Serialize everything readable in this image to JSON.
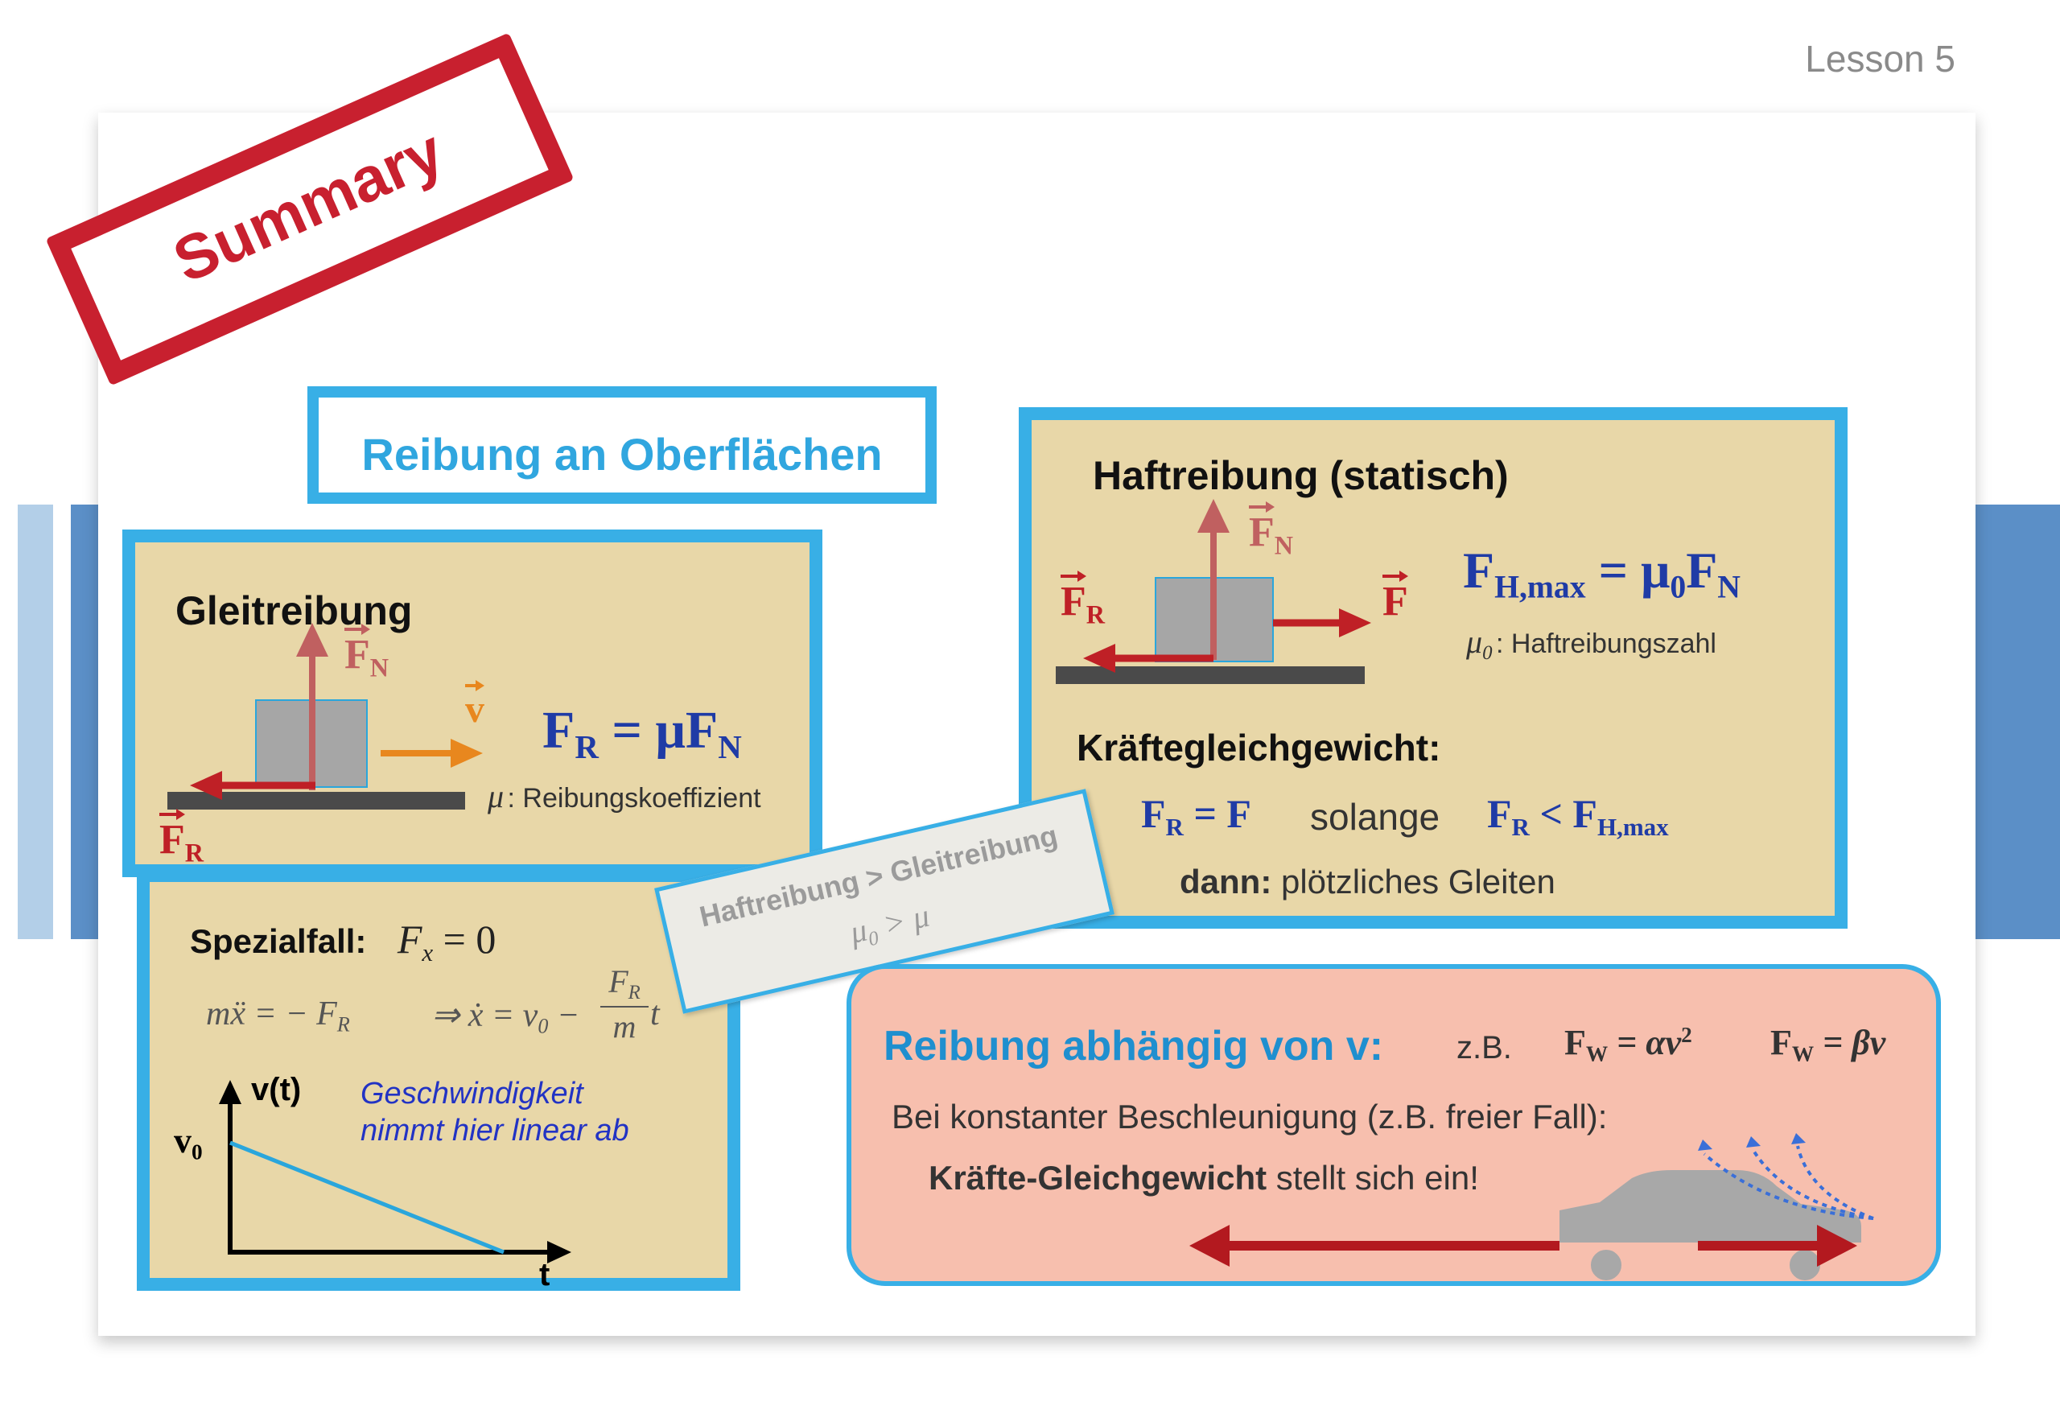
{
  "header": {
    "lesson_label": "Lesson 5"
  },
  "stamp": {
    "text": "Summary"
  },
  "title_box": {
    "text": "Reibung an Oberflächen"
  },
  "gleit": {
    "heading": "Gleitreibung",
    "label_FN": "F",
    "label_FN_sub": "N",
    "label_v": "v",
    "label_FR": "F",
    "label_FR_sub": "R",
    "formula_lhs": "F",
    "formula_lhs_sub": "R",
    "formula_rhs": "= μF",
    "formula_rhs_sub": "N",
    "mu_symbol": "μ",
    "mu_desc": ": Reibungskoeffizient"
  },
  "spezial": {
    "label": "Spezialfall:",
    "condition": "F",
    "condition_sub": "x",
    "condition_rhs": "= 0",
    "eq_left": "mẍ = − F",
    "eq_left_sub": "R",
    "eq_right": "⇒ ẋ = v",
    "eq_right_sub": "0",
    "eq_minus": "−",
    "frac_num": "F",
    "frac_num_sub": "R",
    "frac_den": "m",
    "eq_t": "t",
    "graph_y_label": "v(t)",
    "graph_x_label": "t",
    "graph_v0": "v",
    "graph_v0_sub": "0",
    "note_line1": "Geschwindigkeit",
    "note_line2": "nimmt hier linear ab"
  },
  "note_card": {
    "line1": "Haftreibung > Gleitreibung",
    "line2": "μ",
    "line2_sub": "0",
    "line2_rest": " > μ"
  },
  "haft": {
    "heading": "Haftreibung (statisch)",
    "label_FN": "F",
    "label_FN_sub": "N",
    "label_FR": "F",
    "label_FR_sub": "R",
    "label_F": "F",
    "formula_lhs": "F",
    "formula_lhs_sub": "H,max",
    "formula_rhs": "= μ",
    "formula_rhs_sub0": "0",
    "formula_rhs2": "F",
    "formula_rhs_sub": "N",
    "mu0_symbol": "μ",
    "mu0_sub": "0",
    "mu0_desc": ": Haftreibungszahl",
    "balance_heading": "Kräftegleichgewicht:",
    "eq1_lhs": "F",
    "eq1_lhs_sub": "R",
    "eq1_rhs": "= F",
    "eq1_word": "solange",
    "eq2_lhs": "F",
    "eq2_lhs_sub": "R",
    "eq2_rel": "< F",
    "eq2_rhs_sub": "H,max",
    "then_bold": "dann:",
    "then_text": " plötzliches Gleiten"
  },
  "velocity": {
    "heading": "Reibung abhängig von v:",
    "eg": "z.B.",
    "f1": "F",
    "f1_sub": "W",
    "f1_rhs": "= αv",
    "f1_sup": "2",
    "f2": "F",
    "f2_sub": "W",
    "f2_rhs": "= βv",
    "line1": "Bei konstanter Beschleunigung (z.B. freier Fall):",
    "line2_bold": "Kräfte-Gleichgewicht",
    "line2_text": " stellt sich ein!"
  },
  "colors": {
    "accent_blue": "#38afe6",
    "panel_fill": "#e8d7a8",
    "formula_blue": "#1f3ba6",
    "arrow_red": "#bf2026",
    "stamp_red": "#c8202f",
    "side_bar_blue": "#5b8fc7",
    "side_bar_light": "#b3cfe8",
    "velocity_fill": "#f7bfae"
  }
}
